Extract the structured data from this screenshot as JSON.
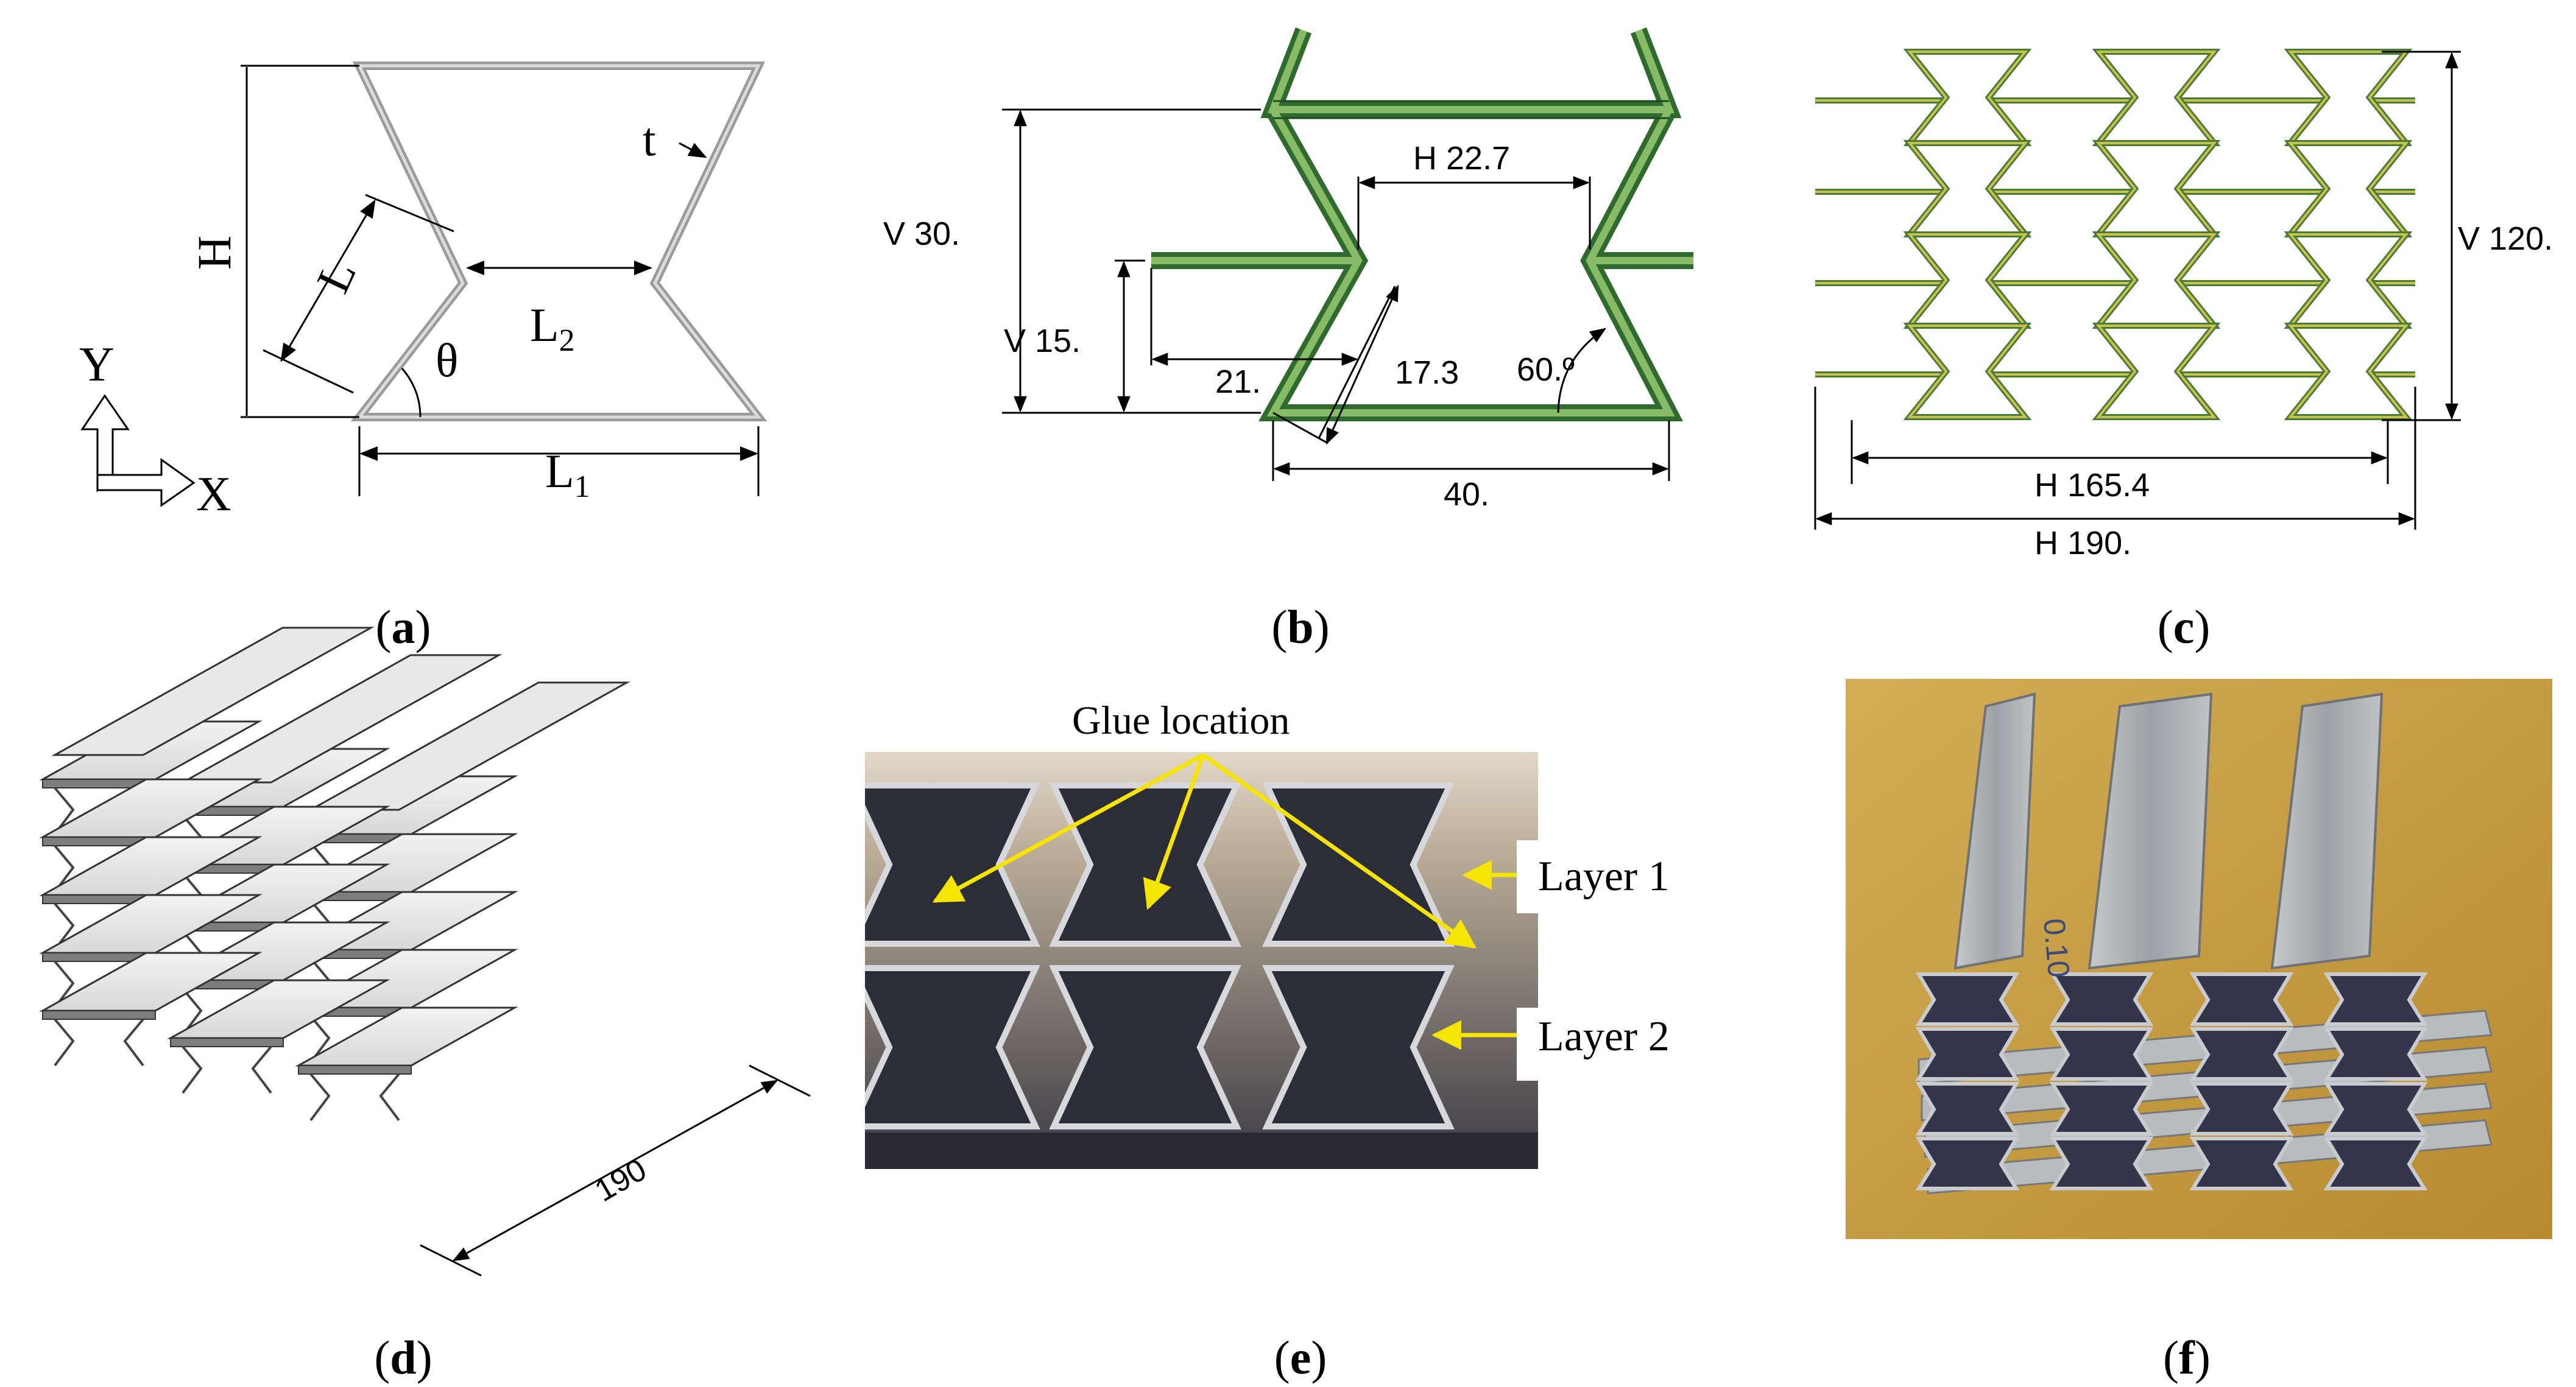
{
  "figure": {
    "panel_a": {
      "caption": "a",
      "labels": {
        "H": "H",
        "L": "L",
        "L2": "L",
        "L2_sub": "2",
        "L1": "L",
        "L1_sub": "1",
        "t": "t",
        "theta": "θ",
        "Y": "Y",
        "X": "X"
      }
    },
    "panel_b": {
      "caption": "b",
      "dims": {
        "v30": "V 30.",
        "v15": "V 15.",
        "h227": "H 22.7",
        "d21": "21.",
        "d173": "17.3",
        "a60": "60.º",
        "d40": "40."
      }
    },
    "panel_c": {
      "caption": "c",
      "dims": {
        "v120": "V 120.",
        "h1654": "H 165.4",
        "h190": "H 190."
      }
    },
    "panel_d": {
      "caption": "d",
      "dims": {
        "d190": "190"
      }
    },
    "panel_e": {
      "caption": "e",
      "labels": {
        "glue": "Glue location",
        "layer1": "Layer 1",
        "layer2": "Layer 2"
      }
    },
    "panel_f": {
      "caption": "f",
      "labels": {
        "marking": "0.10"
      }
    }
  },
  "colors": {
    "line": "#000000",
    "cell_grey": "#a8a8a8",
    "cell_green": "#3a7a3a",
    "cell_green_light": "#8fbf6a",
    "cell_yellow": "#c8c24a",
    "glue_arrow": "#f5e400",
    "photo_dark": "#2a2c36",
    "photo_wood": "#c49a3c",
    "metal": "#a9acb0"
  }
}
